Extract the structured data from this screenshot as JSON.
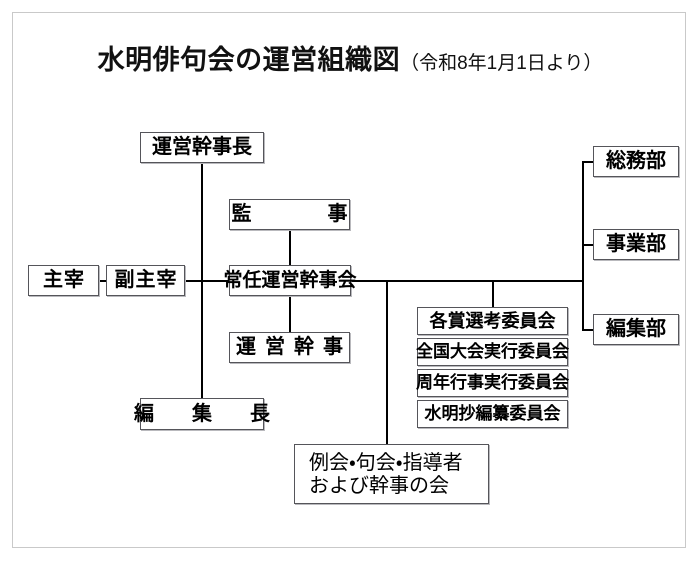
{
  "title": {
    "main": "水明俳句会の運営組織図",
    "sub": "（令和8年1月1日より）"
  },
  "nodes": {
    "shusai": "主宰",
    "fuku_shusai": "副主宰",
    "unei_kanjicho": "運営幹事長",
    "kanji_audit": "監　　事",
    "joninn_unei_kanjikai": "常任運営幹事会",
    "unei_kanji": "運営幹事",
    "henshucho": "編　集　長",
    "somubu": "総務部",
    "jigyobu": "事業部",
    "henshubu": "編集部"
  },
  "committees": [
    "各賞選考委員会",
    "全国大会実行委員会",
    "周年行事実行委員会",
    "水明抄編纂委員会"
  ],
  "meeting_box": {
    "line1": "例会・句会・指導者",
    "line2": "および幹事の会"
  },
  "colors": {
    "box_border": "#55555a",
    "line": "#000000",
    "frame": "#c9c9c9",
    "text": "#000000",
    "background": "#ffffff"
  }
}
